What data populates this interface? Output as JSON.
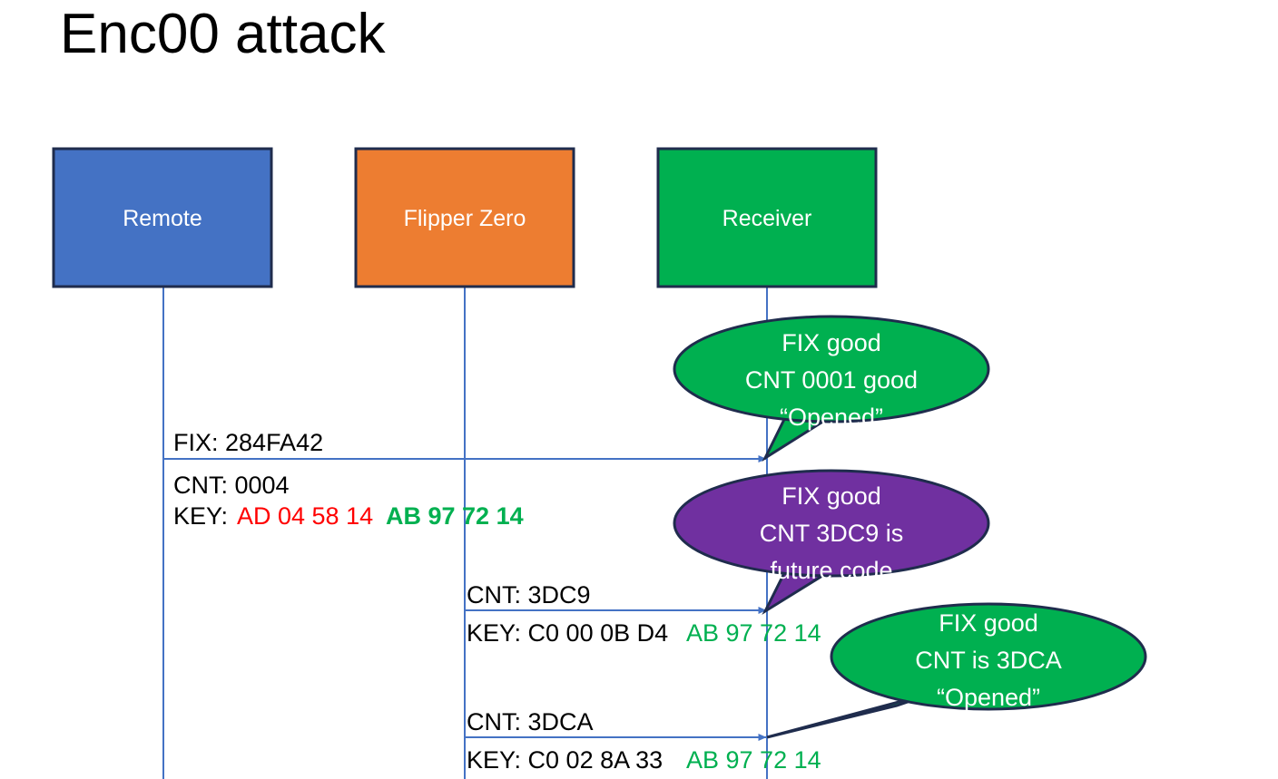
{
  "slide": {
    "title": "Enc00 attack",
    "background": "#FFFFFF"
  },
  "colors": {
    "remote": "#4472C4",
    "flipper": "#ED7D31",
    "receiver": "#00B050",
    "bubble_green": "#00B050",
    "bubble_purple": "#7030A0",
    "lifeline": "#4472C4",
    "outline": "#1F2C4D",
    "key_red": "#FF0000",
    "key_green": "#00B050",
    "text_black": "#000000",
    "text_white": "#FFFFFF"
  },
  "lanes": [
    {
      "id": "remote",
      "label": "Remote",
      "fill": "#4472C4"
    },
    {
      "id": "flipper",
      "label": "Flipper Zero",
      "fill": "#ED7D31"
    },
    {
      "id": "receiver",
      "label": "Receiver",
      "fill": "#00B050"
    }
  ],
  "messages": [
    {
      "id": "msg-1",
      "from": "remote",
      "to": "receiver",
      "lines": [
        {
          "id": "line-fix",
          "text": "FIX: 284FA42"
        },
        {
          "id": "line-cnt",
          "text": "CNT: 0004"
        }
      ],
      "key_label": "KEY:",
      "key_parts": [
        {
          "text": "AD 04 58 14",
          "color": "#FF0000",
          "bold": false
        },
        {
          "text": "AB 97 72 14",
          "color": "#00B050",
          "bold": true
        }
      ]
    },
    {
      "id": "msg-2",
      "from": "flipper",
      "to": "receiver",
      "lines": [
        {
          "id": "line-cnt",
          "text": "CNT: 3DC9"
        }
      ],
      "key_label": "KEY: C0 00 0B D4",
      "key_parts": [
        {
          "text": "AB 97 72 14",
          "color": "#00B050",
          "bold": false
        }
      ]
    },
    {
      "id": "msg-3",
      "from": "flipper",
      "to": "receiver",
      "lines": [
        {
          "id": "line-cnt",
          "text": "CNT: 3DCA"
        }
      ],
      "key_label": "KEY: C0 02 8A 33",
      "key_parts": [
        {
          "text": "AB 97 72 14",
          "color": "#00B050",
          "bold": false
        }
      ]
    }
  ],
  "callouts": [
    {
      "id": "callout-1",
      "fill": "#00B050",
      "lines": [
        "FIX good",
        "CNT 0001 good",
        "“Opened”"
      ]
    },
    {
      "id": "callout-2",
      "fill": "#7030A0",
      "lines": [
        "FIX good",
        "CNT 3DC9 is",
        "future code"
      ]
    },
    {
      "id": "callout-3",
      "fill": "#00B050",
      "lines": [
        "FIX good",
        "CNT is 3DCA",
        "“Opened”"
      ]
    }
  ]
}
